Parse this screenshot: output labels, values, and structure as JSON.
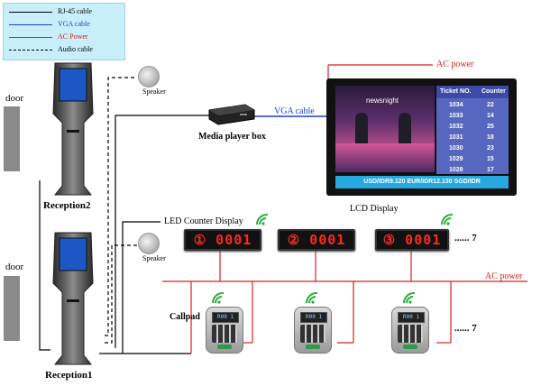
{
  "legend": {
    "items": [
      {
        "label": "RJ-45 cable",
        "color": "#000000",
        "style": "solid"
      },
      {
        "label": "VGA cable",
        "color": "#1a3fd6",
        "style": "solid"
      },
      {
        "label": "AC Power",
        "color": "#d42020",
        "style": "solid"
      },
      {
        "label": "Audio cable",
        "color": "#000000",
        "style": "dashed"
      }
    ]
  },
  "labels": {
    "door_top": "door",
    "door_bottom": "door",
    "reception2": "Reception2",
    "reception1": "Reception1",
    "speaker_top": "Speaker",
    "speaker_bottom": "Speaker",
    "media_player": "Media player box",
    "vga_cable": "VGA cable",
    "ac_power_top": "AC power",
    "ac_power_mid": "AC power",
    "led_counter_display": "LED Counter Display",
    "lcd_display": "LCD Display",
    "callpad": "Callpad",
    "led_more": "...... 7",
    "callpad_more": "...... 7"
  },
  "led_displays": [
    {
      "text": "① 0001"
    },
    {
      "text": "② 0001"
    },
    {
      "text": "③ 0001"
    }
  ],
  "lcd": {
    "video_caption": "newsnight",
    "table": {
      "col1": "Ticket NO.",
      "col2": "Counter",
      "rows": [
        {
          "ticket": "1034",
          "counter": "22"
        },
        {
          "ticket": "1033",
          "counter": "14"
        },
        {
          "ticket": "1032",
          "counter": "25"
        },
        {
          "ticket": "1031",
          "counter": "18"
        },
        {
          "ticket": "1030",
          "counter": "23"
        },
        {
          "ticket": "1029",
          "counter": "15"
        },
        {
          "ticket": "1028",
          "counter": "17"
        }
      ]
    },
    "ticker": "USD/IDR9.120 EUR/IDR12.130 SGD/IDR"
  },
  "callpads": [
    {
      "screen": "R00 1"
    },
    {
      "screen": "R00 1"
    },
    {
      "screen": "R00 1"
    }
  ]
}
